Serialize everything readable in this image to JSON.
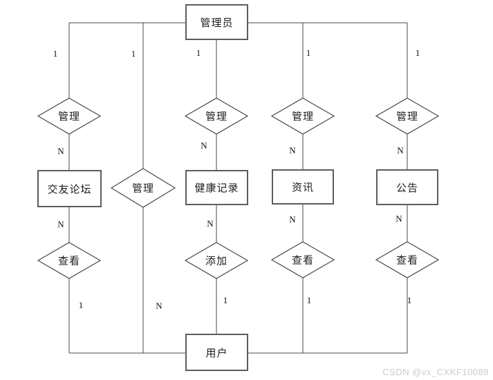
{
  "colors": {
    "line": "#474747",
    "border": "#5c5c5c",
    "watermark": "#cccccc"
  },
  "diagram": {
    "top_entity": "管理员",
    "bottom_entity": "用户",
    "columns": [
      {
        "card_top": "1",
        "relation_top": "管理",
        "card_upper": "N",
        "entity": "交友论坛",
        "card_lower": "N",
        "relation_bottom": "查看",
        "card_bottom": "1"
      },
      {
        "card_top": "1",
        "relation": "管理",
        "card_bottom": "N"
      },
      {
        "card_top": "1",
        "relation_top": "管理",
        "card_upper": "N",
        "entity": "健康记录",
        "card_lower": "N",
        "relation_bottom": "添加",
        "card_bottom": "1"
      },
      {
        "card_top": "1",
        "relation_top": "管理",
        "card_upper": "N",
        "entity": "资讯",
        "card_lower": "N",
        "relation_bottom": "查看",
        "card_bottom": "1"
      },
      {
        "card_top": "1",
        "relation_top": "管理",
        "card_upper": "N",
        "entity": "公告",
        "card_lower": "N",
        "relation_bottom": "查看",
        "card_bottom": "1"
      }
    ]
  },
  "watermark": "CSDN @vx_CXKF10088"
}
